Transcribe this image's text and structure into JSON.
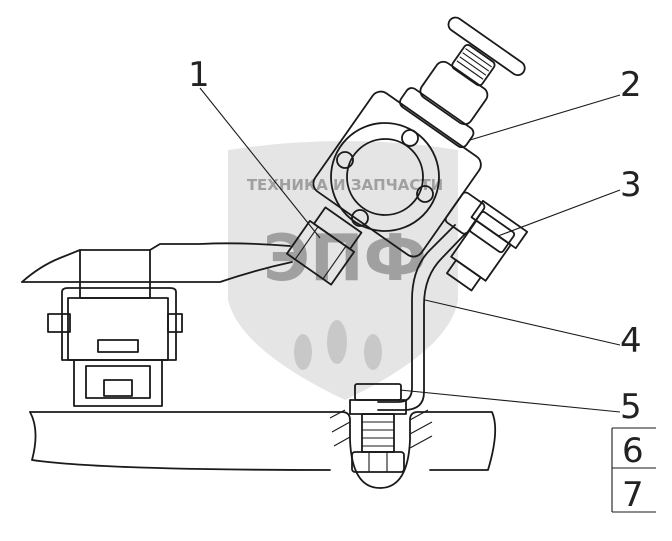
{
  "diagram": {
    "callouts": [
      "1",
      "2",
      "3",
      "4",
      "5",
      "6",
      "7"
    ]
  },
  "watermark": {
    "top_text": "ТЕХНИКА И ЗАПЧАСТИ",
    "main_text": "ЭПФ"
  },
  "colors": {
    "line": "#1a1a1a",
    "watermark_fill": "#cfcfcf",
    "watermark_text": "#8f8f8f"
  }
}
